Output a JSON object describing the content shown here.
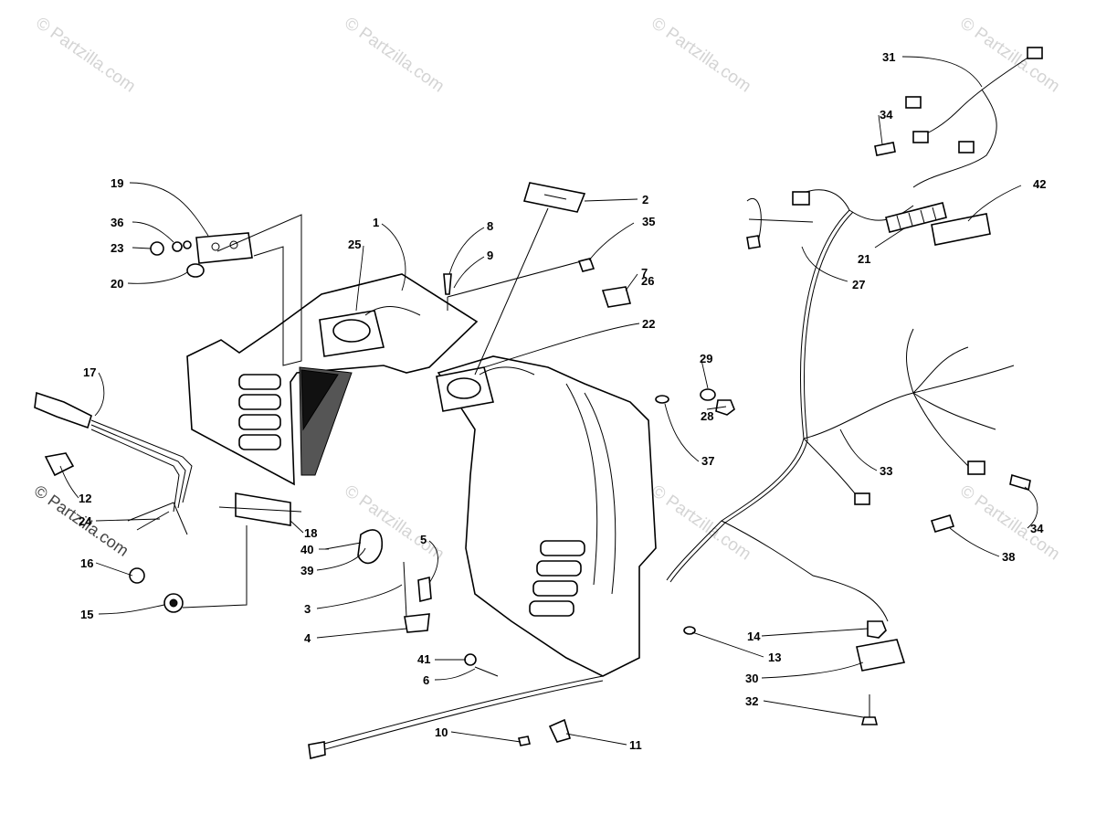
{
  "watermark": {
    "text": "© Partzilla.com",
    "color": "#d4d4d4"
  },
  "callouts": [
    {
      "id": "c1",
      "label": "1"
    },
    {
      "id": "c2",
      "label": "2"
    },
    {
      "id": "c3",
      "label": "3"
    },
    {
      "id": "c4",
      "label": "4"
    },
    {
      "id": "c5",
      "label": "5"
    },
    {
      "id": "c6",
      "label": "6"
    },
    {
      "id": "c7",
      "label": "7"
    },
    {
      "id": "c8",
      "label": "8"
    },
    {
      "id": "c9",
      "label": "9"
    },
    {
      "id": "c10",
      "label": "10"
    },
    {
      "id": "c11",
      "label": "11"
    },
    {
      "id": "c12",
      "label": "12"
    },
    {
      "id": "c13",
      "label": "13"
    },
    {
      "id": "c14",
      "label": "14"
    },
    {
      "id": "c15",
      "label": "15"
    },
    {
      "id": "c16",
      "label": "16"
    },
    {
      "id": "c17",
      "label": "17"
    },
    {
      "id": "c18",
      "label": "18"
    },
    {
      "id": "c19",
      "label": "19"
    },
    {
      "id": "c20",
      "label": "20"
    },
    {
      "id": "c21",
      "label": "21"
    },
    {
      "id": "c22",
      "label": "22"
    },
    {
      "id": "c23",
      "label": "23"
    },
    {
      "id": "c24",
      "label": "24"
    },
    {
      "id": "c25",
      "label": "25"
    },
    {
      "id": "c26",
      "label": "26"
    },
    {
      "id": "c27",
      "label": "27"
    },
    {
      "id": "c28",
      "label": "28"
    },
    {
      "id": "c29",
      "label": "29"
    },
    {
      "id": "c30",
      "label": "30"
    },
    {
      "id": "c31",
      "label": "31"
    },
    {
      "id": "c32",
      "label": "32"
    },
    {
      "id": "c33",
      "label": "33"
    },
    {
      "id": "c34a",
      "label": "34"
    },
    {
      "id": "c34b",
      "label": "34"
    },
    {
      "id": "c35",
      "label": "35"
    },
    {
      "id": "c36",
      "label": "36"
    },
    {
      "id": "c37",
      "label": "37"
    },
    {
      "id": "c38",
      "label": "38"
    },
    {
      "id": "c39",
      "label": "39"
    },
    {
      "id": "c40",
      "label": "40"
    },
    {
      "id": "c41",
      "label": "41"
    },
    {
      "id": "c42",
      "label": "42"
    }
  ]
}
